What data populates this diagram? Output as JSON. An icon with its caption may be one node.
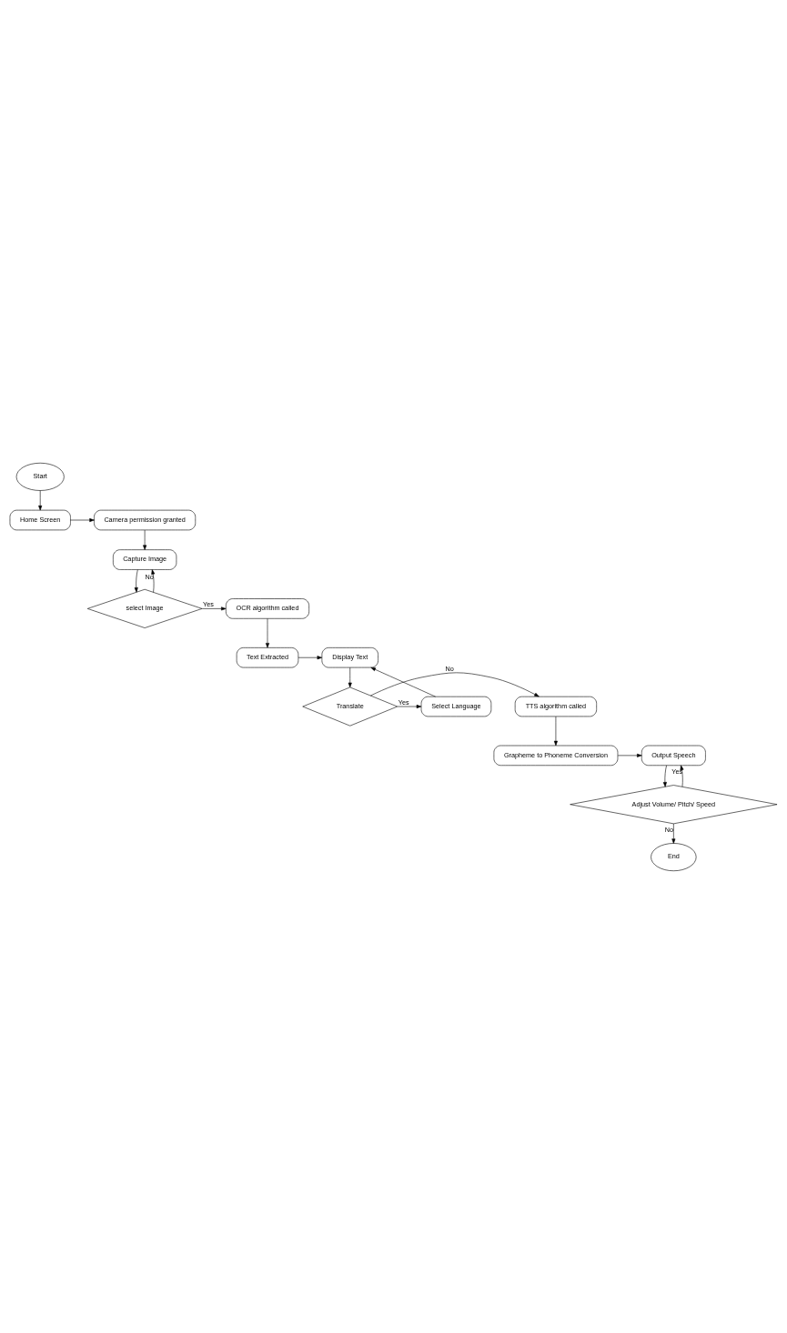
{
  "diagram": {
    "nodes": [
      {
        "text": [
          "Start"
        ]
      },
      {
        "text": [
          "Home Screen"
        ]
      },
      {
        "text": [
          "Camera permission granted"
        ]
      },
      {
        "text": [
          "Capture Image"
        ]
      },
      {
        "text": [
          "select Image"
        ]
      },
      {
        "text": [
          "OCR algorithm called"
        ]
      },
      {
        "text": [
          "Text Extracted"
        ]
      },
      {
        "text": [
          "Display Text"
        ]
      },
      {
        "text": [
          "Translate"
        ]
      },
      {
        "text": [
          "TTS algorithm called"
        ]
      },
      {
        "text": [
          "Select Language"
        ]
      },
      {
        "text": [
          "Grapheme to Phoneme Conversion"
        ]
      },
      {
        "text": [
          "Output Speech"
        ]
      },
      {
        "text": [
          "Adjust Volume/ Pitch/ Speed"
        ]
      },
      {
        "text": [
          "End"
        ]
      }
    ],
    "edges": [
      {
        "from": 0,
        "to": 1,
        "arrow": "to"
      },
      {
        "from": 1,
        "to": 2,
        "arrow": "to"
      },
      {
        "from": 2,
        "to": 3,
        "arrow": "to"
      },
      {
        "from": 3,
        "to": 4,
        "arrow": "to"
      },
      {
        "from": 4,
        "to": 5,
        "arrow": "to",
        "label": "Yes"
      },
      {
        "from": 4,
        "to": 3,
        "arrow": "to",
        "label": "No"
      },
      {
        "from": 5,
        "to": 6,
        "arrow": "to"
      },
      {
        "from": 6,
        "to": 7,
        "arrow": "to"
      },
      {
        "from": 7,
        "to": 8,
        "arrow": "to"
      },
      {
        "from": 8,
        "to": 9,
        "arrow": "to",
        "label": "No"
      },
      {
        "from": 8,
        "to": 10,
        "arrow": "to",
        "label": "Yes"
      },
      {
        "from": 10,
        "to": 7,
        "arrow": "to"
      },
      {
        "from": 9,
        "to": 11,
        "arrow": "to"
      },
      {
        "from": 11,
        "to": 12,
        "arrow": "to"
      },
      {
        "from": 12,
        "to": 13,
        "arrow": "to"
      },
      {
        "from": 13,
        "to": 12,
        "arrow": "to",
        "label": "Yes"
      },
      {
        "from": 13,
        "to": 14,
        "arrow": "to",
        "label": "No"
      }
    ]
  }
}
